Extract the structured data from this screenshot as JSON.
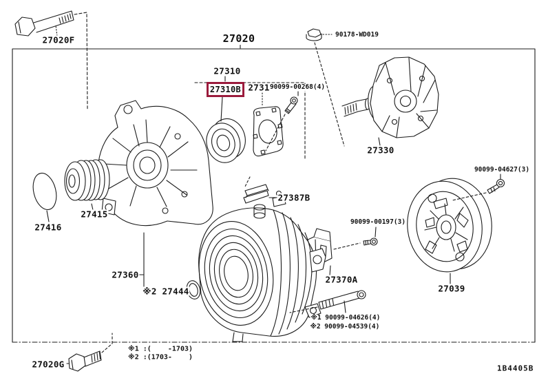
{
  "figure": {
    "code": "1B4405B",
    "highlighted_part": "27310B",
    "highlight_color": "#9b1b3c"
  },
  "parts": {
    "bolt_front_upper": "27020F",
    "alternator_assy": "27020",
    "shaft_nut": "90178-WD019",
    "bracket_assy": "27310",
    "bearing": "27310B",
    "retainer_plate": "27312",
    "plate_screw": "90099-00268(4)",
    "rotor": "27330",
    "terminal_insulator": "27387B",
    "holder_screw": "90099-00197(3)",
    "brush_holder": "27370A",
    "cover_screw": "90099-04627(3)",
    "end_cover": "27039",
    "coil_assy": "27360",
    "oring": "※2 27444",
    "pulley": "27415",
    "pulley_cap": "27416",
    "bolt_front_lower": "27020G",
    "through_bolt_a": "※1 90099-04626(4)",
    "through_bolt_b": "※2 90099-04539(4)"
  },
  "legend": {
    "line1": "※1 :(    -1703)",
    "line2": "※2 :(1703-    )"
  }
}
